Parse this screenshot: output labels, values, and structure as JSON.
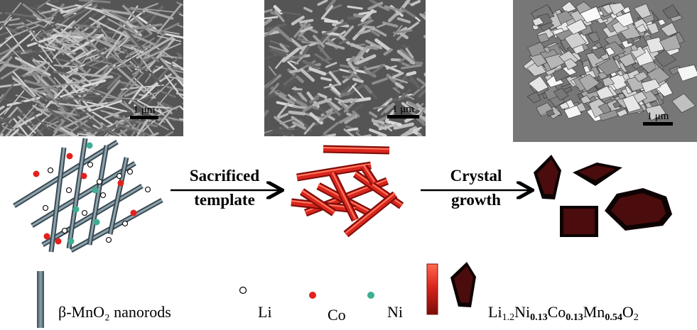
{
  "micrographs": {
    "left": {
      "scale_label": "1 μm"
    },
    "middle": {
      "scale_label": "1 μm"
    },
    "right": {
      "scale_label": "1 μm"
    }
  },
  "arrows": {
    "first": {
      "line1": "Sacrificed",
      "line2": "template"
    },
    "second": {
      "line1": "Crystal",
      "line2": "growth"
    }
  },
  "legend": {
    "nanorods": "β-MnO₂ nanorods",
    "li": "Li",
    "co": "Co",
    "ni": "Ni",
    "product": {
      "parts": [
        "Li",
        "1.2",
        "Ni",
        "0.13",
        "Co",
        "0.13",
        "Mn",
        "0.54",
        "O",
        "2"
      ]
    }
  },
  "colors": {
    "nanorod": "#6f8590",
    "co_dot": "#e3211c",
    "ni_dot": "#3fae91",
    "red_rod": "#d9251d",
    "crystal": "#3d0a0a",
    "crystal_edge": "#0d0303"
  }
}
